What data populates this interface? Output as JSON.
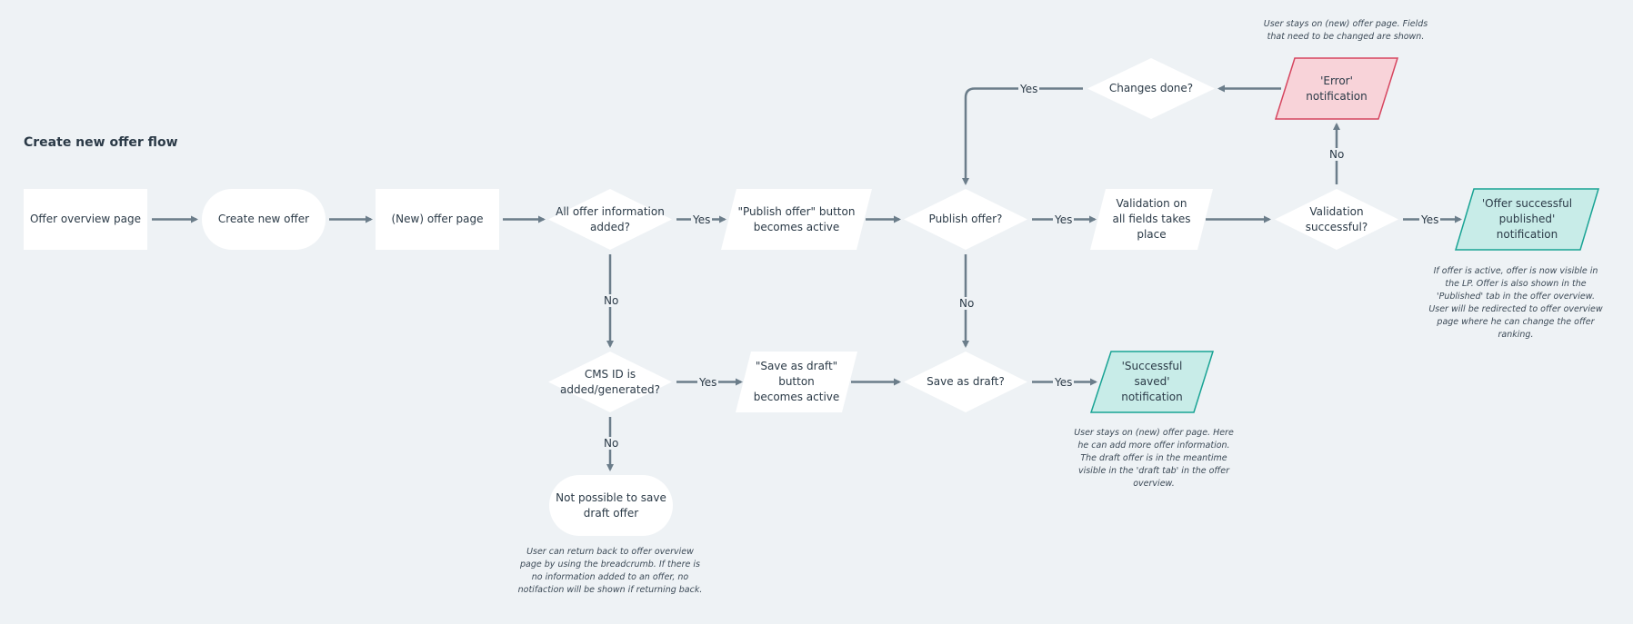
{
  "title": "Create new offer flow",
  "nodes": {
    "offer_overview": "Offer overview page",
    "create_new_offer": "Create new offer",
    "new_offer_page": "(New) offer page",
    "all_info_added": "All offer information\nadded?",
    "publish_button_active": "\"Publish offer\" button\nbecomes active",
    "publish_offer": "Publish offer?",
    "validation_fields": "Validation on\nall fields takes\nplace",
    "validation_successful": "Validation\nsuccessful?",
    "offer_published_notification": "'Offer successful\npublished'\nnotification",
    "error_notification": "'Error'\nnotification",
    "changes_done": "Changes done?",
    "cms_id": "CMS ID is\nadded/generated?",
    "save_draft_button_active": "\"Save as draft\"\nbutton\nbecomes active",
    "save_as_draft": "Save as draft?",
    "saved_notification": "'Successful\nsaved'\nnotification",
    "not_possible": "Not possible to save\ndraft offer"
  },
  "edge_labels": {
    "yes": "Yes",
    "no": "No"
  },
  "notes": {
    "error_note": "User stays on (new) offer page. Fields\nthat need to be changed are shown.",
    "published_note": "If offer is active, offer is now visible in\nthe LP. Offer is also shown in the\n'Published' tab in the offer overview.\nUser will be redirected to offer overview\npage where he can change the offer\nranking.",
    "saved_note": "User stays on (new) offer page. Here\nhe can add more offer information.\nThe draft offer is in the meantime\nvisible in the 'draft tab' in the offer\noverview.",
    "not_possible_note": "User can return back to offer overview\npage by using the breadcrumb. If there is\nno information added to an offer, no\nnotifaction will be shown if returning back."
  },
  "colors": {
    "background": "#eef2f5",
    "node_fill": "#ffffff",
    "connector": "#6b7d8a",
    "success_fill": "#c8ece8",
    "success_stroke": "#19a394",
    "error_fill": "#f8d3d9",
    "error_stroke": "#d6455f"
  }
}
